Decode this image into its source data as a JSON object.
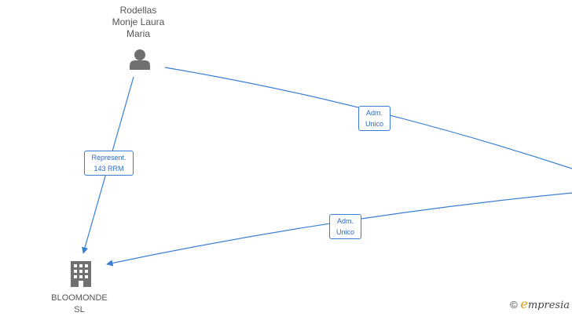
{
  "nodes": {
    "person": {
      "label": "Rodellas\nMonje Laura\nMaria",
      "icon": "person-icon"
    },
    "company": {
      "label": "BLOOMONDE\nSL",
      "icon": "building-icon"
    }
  },
  "edges": {
    "represent": {
      "line1": "Represent.",
      "line2": "143 RRM"
    },
    "adm_top": {
      "line1": "Adm.",
      "line2": "Unico"
    },
    "adm_bottom": {
      "line1": "Adm.",
      "line2": "Unico"
    }
  },
  "brand": {
    "copyright": "©",
    "initial": "e",
    "name": "mpresia"
  },
  "colors": {
    "edge": "#3a7fd5",
    "icon": "#707070",
    "brand_accent": "#e39b1f"
  }
}
